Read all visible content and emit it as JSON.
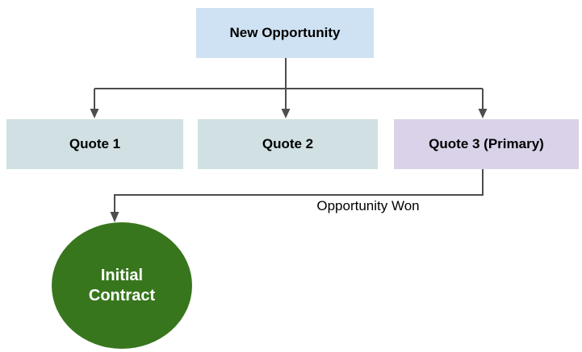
{
  "diagram": {
    "type": "flowchart",
    "line_color": "#4d4d4d",
    "nodes": [
      {
        "id": "new_opportunity",
        "shape": "rect",
        "label": "New Opportunity",
        "fill": "#cfe2f3",
        "text_color": "#000000"
      },
      {
        "id": "quote_1",
        "shape": "rect",
        "label": "Quote 1",
        "fill": "#d0e0e3",
        "text_color": "#000000"
      },
      {
        "id": "quote_2",
        "shape": "rect",
        "label": "Quote 2",
        "fill": "#d0e0e3",
        "text_color": "#000000"
      },
      {
        "id": "quote_3_primary",
        "shape": "rect",
        "label": "Quote 3 (Primary)",
        "fill": "#d9d2e9",
        "text_color": "#000000"
      },
      {
        "id": "initial_contract",
        "shape": "ellipse",
        "label": "Initial Contract",
        "label_lines": [
          "Initial",
          "Contract"
        ],
        "fill": "#38761d",
        "text_color": "#ffffff"
      }
    ],
    "edges": [
      {
        "from": "new_opportunity",
        "to": "quote_1",
        "label": ""
      },
      {
        "from": "new_opportunity",
        "to": "quote_2",
        "label": ""
      },
      {
        "from": "new_opportunity",
        "to": "quote_3_primary",
        "label": ""
      },
      {
        "from": "quote_3_primary",
        "to": "initial_contract",
        "label": "Opportunity Won"
      }
    ]
  }
}
